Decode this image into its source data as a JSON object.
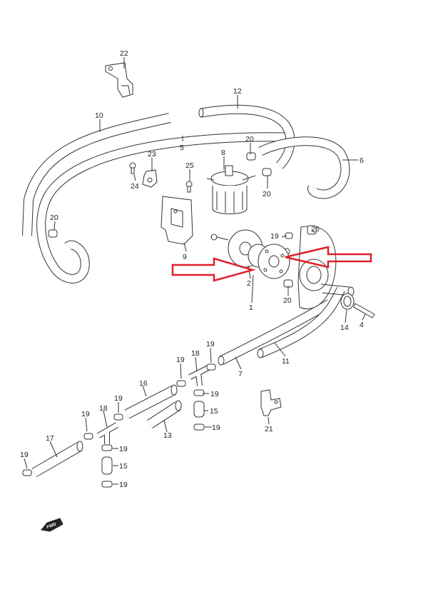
{
  "colors": {
    "line": "#333333",
    "highlight": "#e0202a",
    "background": "#ffffff"
  },
  "callouts": {
    "c22": "22",
    "c12": "12",
    "c10": "10",
    "c5": "5",
    "c20a": "20",
    "c8": "8",
    "c6": "6",
    "c23": "23",
    "c25": "25",
    "c24": "24",
    "c20b": "20",
    "c20c": "20",
    "c26": "26",
    "c19a": "19",
    "c9": "9",
    "c2": "2",
    "c20d": "20",
    "c1": "1",
    "c14": "14",
    "c4": "4",
    "c11": "11",
    "c7": "7",
    "c18a": "18",
    "c19b": "19",
    "c19c": "19",
    "c19d": "19",
    "c16": "16",
    "c15a": "15",
    "c19e": "19",
    "c21": "21",
    "c19f": "19",
    "c13": "13",
    "c19g": "19",
    "c18b": "18",
    "c17": "17",
    "c19h": "19",
    "c19i": "19",
    "c15b": "15",
    "c19j": "19"
  },
  "fwd_badge": "FWD"
}
